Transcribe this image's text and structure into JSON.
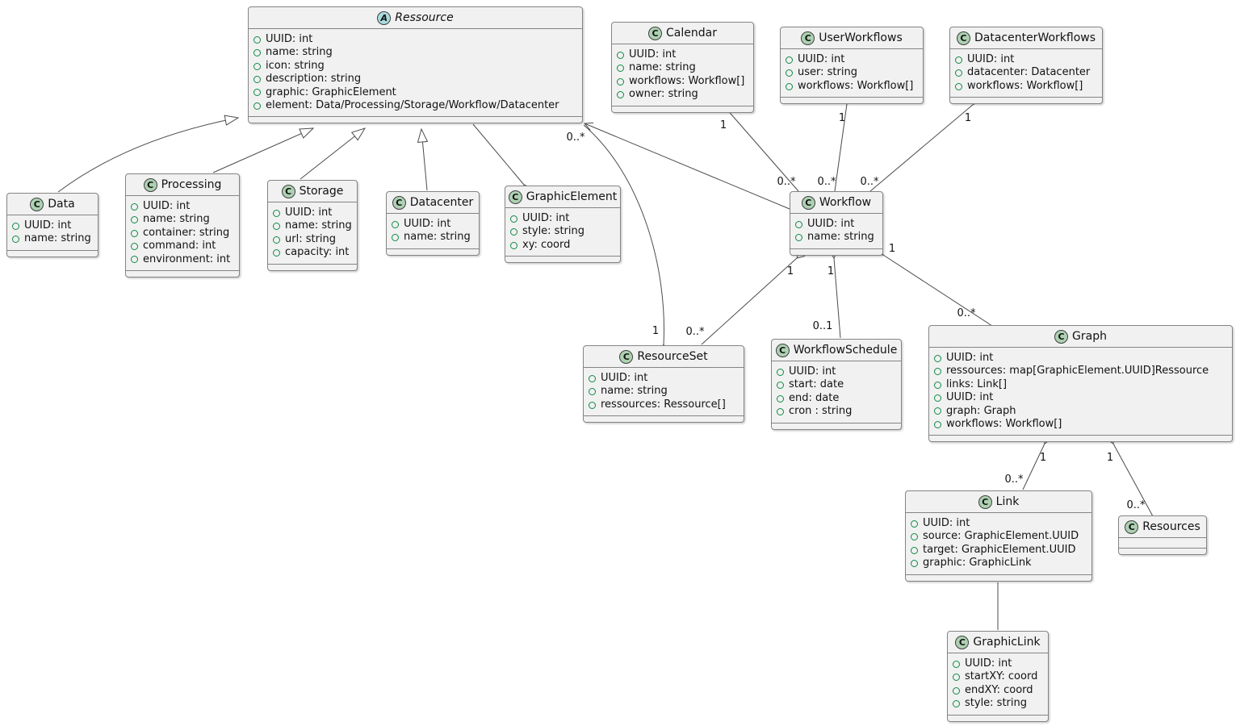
{
  "icons": {
    "class_letter": "C",
    "abstract_letter": "A"
  },
  "colors": {
    "box_fill": "#F1F1F1",
    "box_border": "#848484",
    "class_circle": "#ADD1B2",
    "abstract_circle": "#A9DCDF",
    "field_bullet": "#0E8A46",
    "edge": "#4B4B4B"
  },
  "classes": {
    "ressource": {
      "name": "Ressource",
      "stereotype": "abstract",
      "attributes": [
        "UUID: int",
        "name: string",
        "icon: string",
        "description: string",
        "graphic: GraphicElement",
        "element: Data/Processing/Storage/Workflow/Datacenter"
      ]
    },
    "calendar": {
      "name": "Calendar",
      "attributes": [
        "UUID: int",
        "name: string",
        "workflows: Workflow[]",
        "owner: string"
      ]
    },
    "user_workflows": {
      "name": "UserWorkflows",
      "attributes": [
        "UUID: int",
        "user: string",
        "workflows: Workflow[]"
      ]
    },
    "datacenter_workflows": {
      "name": "DatacenterWorkflows",
      "attributes": [
        "UUID: int",
        "datacenter: Datacenter",
        "workflows: Workflow[]"
      ]
    },
    "data": {
      "name": "Data",
      "attributes": [
        "UUID: int",
        "name: string"
      ]
    },
    "processing": {
      "name": "Processing",
      "attributes": [
        "UUID: int",
        "name: string",
        "container: string",
        "command: int",
        "environment: int"
      ]
    },
    "storage": {
      "name": "Storage",
      "attributes": [
        "UUID: int",
        "name: string",
        "url: string",
        "capacity: int"
      ]
    },
    "datacenter": {
      "name": "Datacenter",
      "attributes": [
        "UUID: int",
        "name: string"
      ]
    },
    "graphic_element": {
      "name": "GraphicElement",
      "attributes": [
        "UUID: int",
        "style: string",
        "xy: coord"
      ]
    },
    "workflow": {
      "name": "Workflow",
      "attributes": [
        "UUID: int",
        "name: string"
      ]
    },
    "resource_set": {
      "name": "ResourceSet",
      "attributes": [
        "UUID: int",
        "name: string",
        "ressources: Ressource[]"
      ]
    },
    "workflow_schedule": {
      "name": "WorkflowSchedule",
      "attributes": [
        "UUID: int",
        "start: date",
        "end: date",
        "cron : string"
      ]
    },
    "graph": {
      "name": "Graph",
      "attributes": [
        "UUID: int",
        "ressources: map[GraphicElement.UUID]Ressource",
        "links: Link[]",
        "UUID: int",
        "graph: Graph",
        "workflows: Workflow[]"
      ]
    },
    "link": {
      "name": "Link",
      "attributes": [
        "UUID: int",
        "source: GraphicElement.UUID",
        "target: GraphicElement.UUID",
        "graphic: GraphicLink"
      ]
    },
    "resources": {
      "name": "Resources",
      "attributes": []
    },
    "graphic_link": {
      "name": "GraphicLink",
      "attributes": [
        "UUID: int",
        "startXY: coord",
        "endXY: coord",
        "style: string"
      ]
    }
  },
  "relationships": [
    {
      "from": "Data",
      "to": "Ressource",
      "type": "inheritance"
    },
    {
      "from": "Processing",
      "to": "Ressource",
      "type": "inheritance"
    },
    {
      "from": "Storage",
      "to": "Ressource",
      "type": "inheritance"
    },
    {
      "from": "Datacenter",
      "to": "Ressource",
      "type": "inheritance"
    },
    {
      "from": "Ressource",
      "to": "GraphicElement",
      "type": "aggregation",
      "diamond_at": "GraphicElement"
    },
    {
      "from": "Workflow",
      "to": "Ressource",
      "type": "association",
      "target_label": "0..*"
    },
    {
      "from": "ResourceSet",
      "to": "Ressource",
      "type": "aggregation",
      "diamond_at": "ResourceSet",
      "source_label": "1",
      "target_label": "0..*"
    },
    {
      "from": "Calendar",
      "to": "Workflow",
      "type": "aggregation",
      "diamond_at": "Calendar",
      "source_label": "1",
      "target_label": "0..*"
    },
    {
      "from": "UserWorkflows",
      "to": "Workflow",
      "type": "aggregation",
      "diamond_at": "UserWorkflows",
      "source_label": "1",
      "target_label": "0..*"
    },
    {
      "from": "DatacenterWorkflows",
      "to": "Workflow",
      "type": "aggregation",
      "diamond_at": "DatacenterWorkflows",
      "source_label": "1",
      "target_label": "0..*"
    },
    {
      "from": "Workflow",
      "to": "ResourceSet",
      "type": "aggregation",
      "diamond_at": "Workflow",
      "source_label": "1",
      "target_label": "0..*"
    },
    {
      "from": "Workflow",
      "to": "WorkflowSchedule",
      "type": "aggregation",
      "diamond_at": "Workflow",
      "source_label": "1",
      "target_label": "0..1"
    },
    {
      "from": "Workflow",
      "to": "Graph",
      "type": "aggregation",
      "diamond_at": "Workflow",
      "source_label": "1",
      "target_label": "0..*"
    },
    {
      "from": "Graph",
      "to": "Link",
      "type": "aggregation",
      "diamond_at": "Graph",
      "source_label": "1",
      "target_label": "0..*"
    },
    {
      "from": "Graph",
      "to": "Resources",
      "type": "aggregation",
      "diamond_at": "Graph",
      "source_label": "1",
      "target_label": "0..*"
    },
    {
      "from": "Link",
      "to": "GraphicLink",
      "type": "association"
    }
  ]
}
